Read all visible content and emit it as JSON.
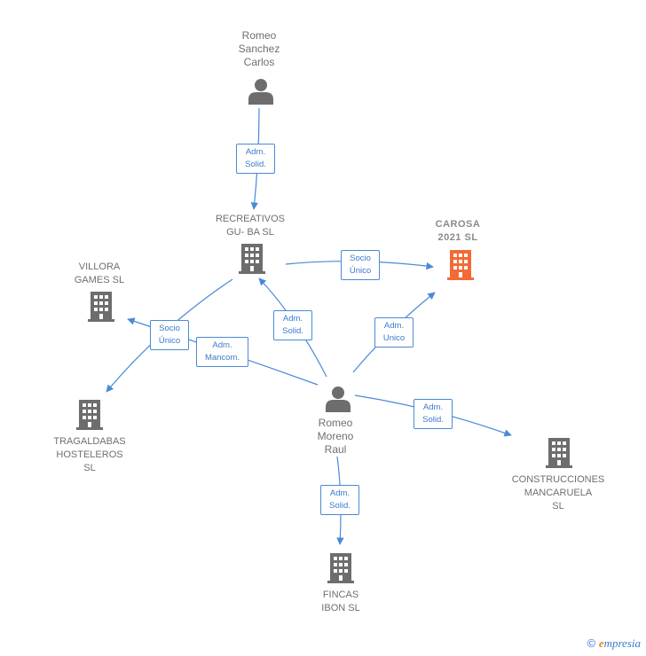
{
  "nodes": {
    "romeo_sanchez": {
      "label": "Romeo\nSanchez\nCarlos",
      "type": "person"
    },
    "recreativos": {
      "label": "RECREATIVOS\nGU- BA SL",
      "type": "company"
    },
    "carosa": {
      "label": "CAROSA\n2021  SL",
      "type": "company",
      "highlight": "#f26a36"
    },
    "villora": {
      "label": "VILLORA\nGAMES  SL",
      "type": "company"
    },
    "tragaldabas": {
      "label": "TRAGALDABAS\nHOSTELEROS\nSL",
      "type": "company"
    },
    "romeo_moreno": {
      "label": "Romeo\nMoreno\nRaul",
      "type": "person"
    },
    "construcciones": {
      "label": "CONSTRUCCIONES\nMANCARUELA\nSL",
      "type": "company"
    },
    "fincas": {
      "label": "FINCAS\nIBON SL",
      "type": "company"
    }
  },
  "relations": {
    "r1": "Adm.\nSolid.",
    "r2": "Socio\nÚnico",
    "r3": "Socio\nÚnico",
    "r4": "Adm.\nMancom.",
    "r5": "Adm.\nSolid.",
    "r6": "Adm.\nUnico",
    "r7": "Adm.\nSolid.",
    "r8": "Adm.\nSolid."
  },
  "colors": {
    "edge": "#4a89d6",
    "icon": "#6d6d6d",
    "highlight": "#f26a36"
  },
  "footer": {
    "copyright": "©",
    "brand_e": "e",
    "brand_rest": "mpresia"
  }
}
